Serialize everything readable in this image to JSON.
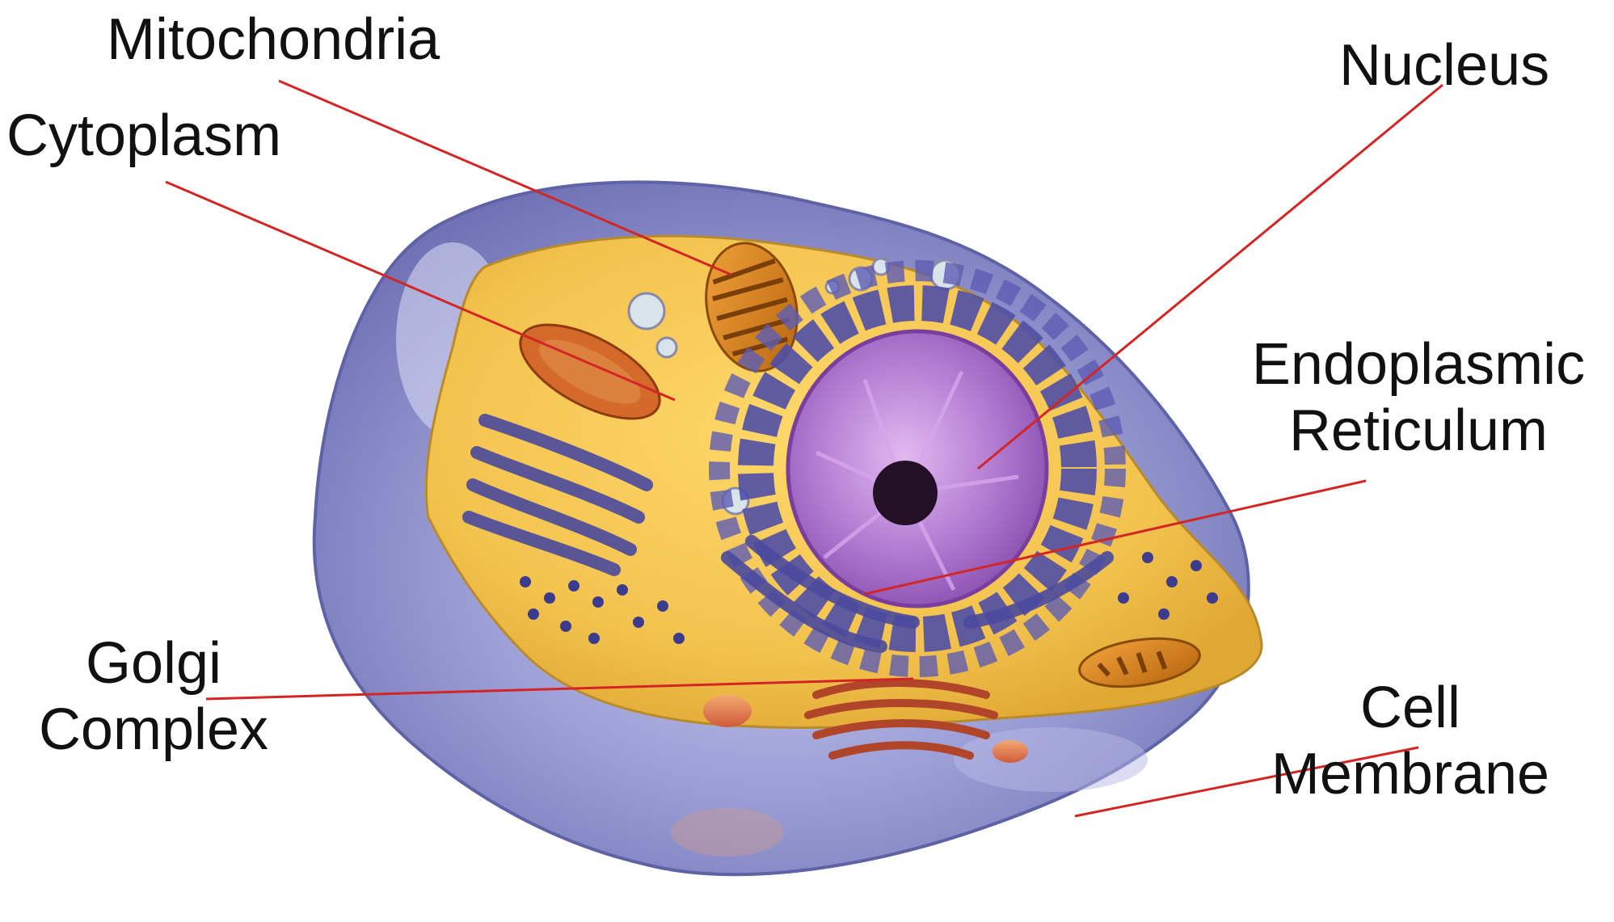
{
  "diagram": {
    "labels": {
      "mitochondria": "Mitochondria",
      "cytoplasm": "Cytoplasm",
      "nucleus": "Nucleus",
      "endoplasmic_reticulum": [
        "Endoplasmic",
        "Reticulum"
      ],
      "golgi_complex": [
        "Golgi",
        "Complex"
      ],
      "cell_membrane": [
        "Cell",
        "Membrane"
      ]
    },
    "colors": {
      "leader_line": "#d42525",
      "membrane": "#8f92c9",
      "cytoplasm": "#f2c24e",
      "nucleus": "#a66bc4",
      "nucleolus": "#241026",
      "endoplasmic_reticulum": "#4f4fa6",
      "mitochondria": "#d98a1f",
      "golgi": "#d9774f"
    }
  }
}
